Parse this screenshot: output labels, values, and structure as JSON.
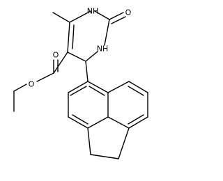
{
  "molecule": {
    "atom_labels": {
      "nh_top": "NH",
      "nh_side": "NH",
      "carbonyl_o_ring": "O",
      "ester_o_carbonyl": "O",
      "ester_o_ether": "O"
    }
  }
}
